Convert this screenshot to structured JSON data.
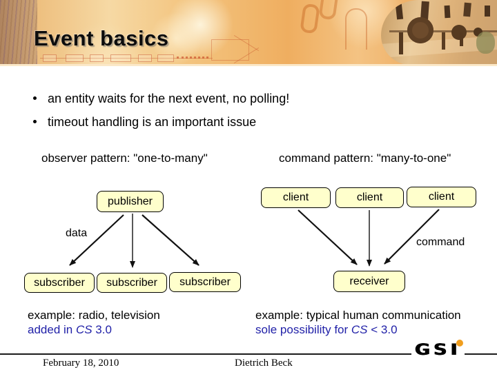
{
  "slide": {
    "title": "Event basics",
    "bullets": [
      "an entity waits for the next event, no polling!",
      "timeout handling is an important issue"
    ],
    "observer": {
      "heading": "observer pattern: \"one-to-many\"",
      "publisher": "publisher",
      "edge_label": "data",
      "subscribers": [
        "subscriber",
        "subscriber",
        "subscriber"
      ],
      "example_line1": "example: radio, television",
      "example_line2": {
        "pre": "added in ",
        "cs": "CS",
        "post": " 3.0"
      }
    },
    "command": {
      "heading": "command pattern: \"many-to-one\"",
      "clients": [
        "client",
        "client",
        "client"
      ],
      "edge_label": "command",
      "receiver": "receiver",
      "example_line1": "example: typical human communication",
      "example_line2": {
        "pre": "sole possibility for ",
        "cs": "CS",
        "post": " < 3.0"
      }
    },
    "footer": {
      "date": "February 18, 2010",
      "author": "Dietrich Beck"
    },
    "logo": {
      "text": "GSI"
    },
    "colors": {
      "node_fill": "#FFFFCC",
      "node_border": "#000000",
      "accent_blue": "#2121A8",
      "logo_dot_orange": "#F09E1E",
      "banner_orange": "#F0AD5E"
    }
  }
}
